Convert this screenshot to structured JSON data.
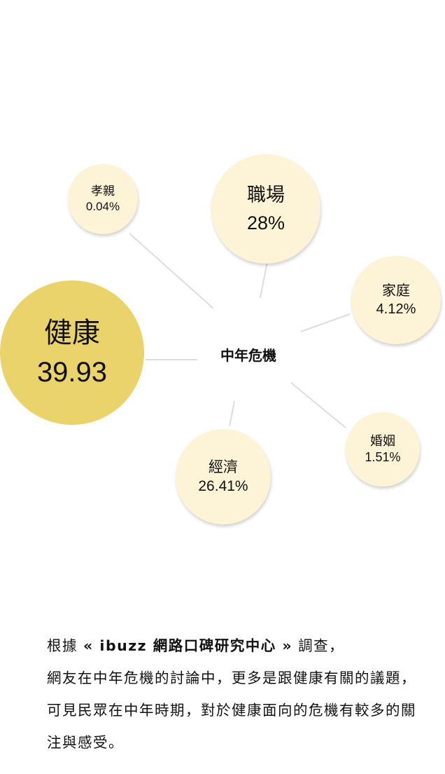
{
  "diagram": {
    "center_label": "中年危機",
    "nodes": [
      {
        "id": "filial",
        "label": "孝親",
        "value": "0.04%"
      },
      {
        "id": "workplace",
        "label": "職場",
        "value": "28%"
      },
      {
        "id": "family",
        "label": "家庭",
        "value": "4.12%"
      },
      {
        "id": "health",
        "label": "健康",
        "value": "39.93"
      },
      {
        "id": "marriage",
        "label": "婚姻",
        "value": "1.51%"
      },
      {
        "id": "economy",
        "label": "經濟",
        "value": "26.41%"
      }
    ],
    "colors": {
      "highlight": "#ebd36b",
      "bubble": "#fdf3d6",
      "link": "#dddddd"
    }
  },
  "description": {
    "prefix": "根據",
    "source": "« ibuzz 網路口碑研究中心 »",
    "suffix": "調查，",
    "body": "網友在中年危機的討論中，更多是跟健康有關的議題，可見民眾在中年時期，對於健康面向的危機有較多的關注與感受。"
  }
}
